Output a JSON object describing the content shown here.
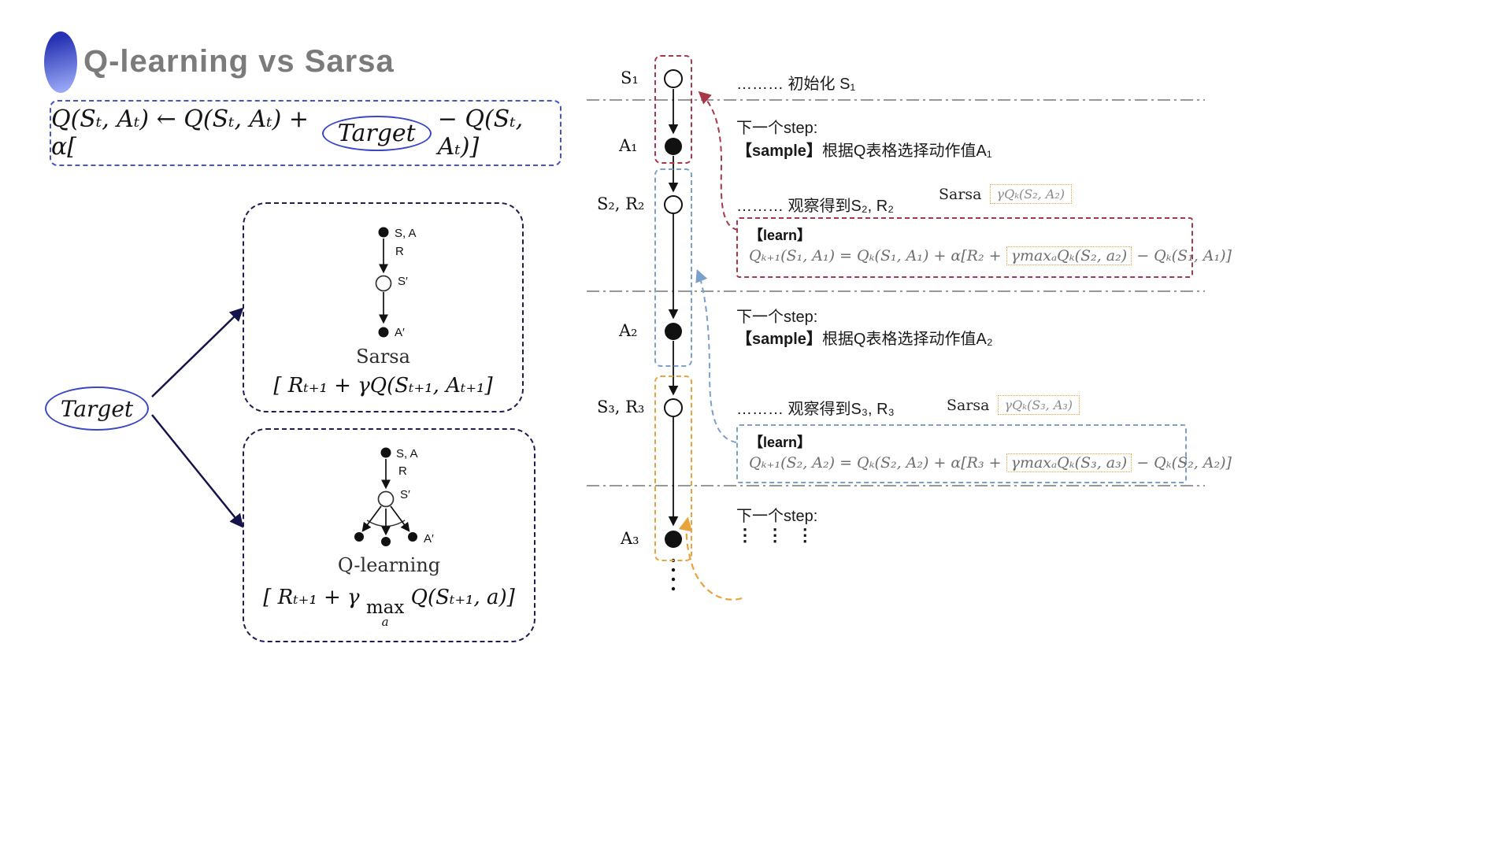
{
  "title": "Q-learning vs Sarsa",
  "colors": {
    "accent_blue": "#3947c4",
    "navy_dash": "#1e1e52",
    "red": "#a8374a",
    "light_blue": "#7aa0cc",
    "orange": "#e8a33d",
    "title_gray": "#7b7b7b"
  },
  "main_formula": {
    "lhs": "Q(Sₜ, Aₜ) ← Q(Sₜ, Aₜ) + α[",
    "target": "Target",
    "rhs": "− Q(Sₜ, Aₜ)]"
  },
  "target_ellipse": "Target",
  "sarsa_box": {
    "label_sa": "S, A",
    "label_r": "R",
    "label_sprime": "S′",
    "label_aprime": "A′",
    "name": "Sarsa",
    "formula": "[ Rₜ₊₁ + γQ(Sₜ₊₁, Aₜ₊₁]"
  },
  "qlearning_box": {
    "label_sa": "S, A",
    "label_r": "R",
    "label_sprime": "S′",
    "label_aprime": "A′",
    "name": "Q-learning",
    "formula_pre": "[ Rₜ₊₁ + γ ",
    "max": "max",
    "max_sub": "a",
    "formula_post": " Q(Sₜ₊₁, a)]"
  },
  "chain": {
    "s1": "S₁",
    "a1": "A₁",
    "s2": "S₂, R₂",
    "a2": "A₂",
    "s3": "S₃, R₃",
    "a3": "A₃"
  },
  "annotations": {
    "init": "……… 初始化 S₁",
    "step1_title": "下一个step:",
    "step1_sample_tag": "【sample】",
    "step1_sample_text": "根据Q表格选择动作值A₁",
    "observe2": "……… 观察得到S₂, R₂",
    "sarsa_note1_label": "Sarsa",
    "sarsa_note1_formula": "γQₖ(S₂, A₂)",
    "learn1_tag": "【learn】",
    "learn1_pre": "Qₖ₊₁(S₁, A₁) = Qₖ(S₁, A₁) + α[R₂ +",
    "learn1_boxed": "γmaxₐQₖ(S₂, a₂)",
    "learn1_post": "− Qₖ(S₁, A₁)]",
    "step2_title": "下一个step:",
    "step2_sample_tag": "【sample】",
    "step2_sample_text": "根据Q表格选择动作值A₂",
    "observe3": "……… 观察得到S₃, R₃",
    "sarsa_note2_label": "Sarsa",
    "sarsa_note2_formula": "γQₖ(S₃, A₃)",
    "learn2_tag": "【learn】",
    "learn2_pre": "Qₖ₊₁(S₂, A₂) = Qₖ(S₂, A₂) + α[R₃ +",
    "learn2_boxed": "γmaxₐQₖ(S₃, a₃)",
    "learn2_post": "− Qₖ(S₂, A₂)]",
    "step3_title": "下一个step:",
    "ellipsis": "⋮ ⋮ ⋮"
  }
}
